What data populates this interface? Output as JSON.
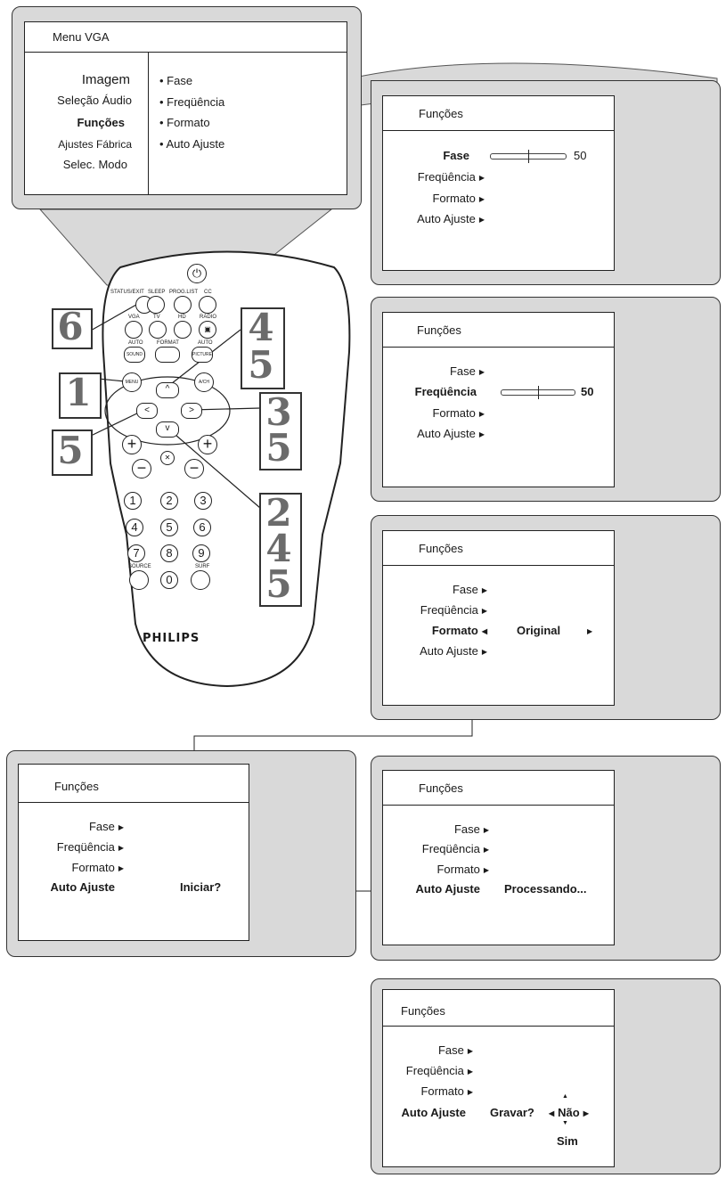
{
  "menu_vga": {
    "title": "Menu VGA",
    "left_items": [
      "Imagem",
      "Seleção Áudio",
      "Funções",
      "Ajustes Fábrica",
      "Selec. Modo"
    ],
    "right_items": [
      "• Fase",
      "• Freqüência",
      "• Formato",
      "• Auto Ajuste"
    ]
  },
  "remote": {
    "top_labels": [
      "STATUS/EXIT",
      "SLEEP",
      "PROG.LIST",
      "CC"
    ],
    "row2_labels": [
      "VGA",
      "TV",
      "HD",
      "RADIO"
    ],
    "row3_labels": [
      "AUTO",
      "FORMAT",
      "AUTO"
    ],
    "auto_sound": "SOUND",
    "auto_picture": "PICTURE",
    "menu_label": "MENU",
    "ach_label": "A/CH",
    "source_label": "SOURCE",
    "surf_label": "SURF",
    "digits": [
      "1",
      "2",
      "3",
      "4",
      "5",
      "6",
      "7",
      "8",
      "9",
      "0"
    ],
    "brand": "PHILIPS",
    "steps": {
      "step6": "6",
      "step1": "1",
      "step5_left": "5",
      "step45_top": "4",
      "step45_bottom": "5",
      "step35_top": "3",
      "step35_bottom": "5",
      "step245_a": "2",
      "step245_b": "4",
      "step245_c": "5"
    }
  },
  "screens": {
    "title": "Funções",
    "fase": {
      "items": [
        "Fase",
        "Freqüência",
        "Formato",
        "Auto Ajuste"
      ],
      "value": "50",
      "level": 0.5
    },
    "frequencia": {
      "items": [
        "Fase",
        "Freqüência",
        "Formato",
        "Auto Ajuste"
      ],
      "value": "50",
      "level": 0.5
    },
    "formato": {
      "items": [
        "Fase",
        "Freqüência",
        "Formato",
        "Auto Ajuste"
      ],
      "value": "Original"
    },
    "iniciar": {
      "items": [
        "Fase",
        "Freqüência",
        "Formato",
        "Auto Ajuste"
      ],
      "value": "Iniciar?"
    },
    "processando": {
      "items": [
        "Fase",
        "Freqüência",
        "Formato",
        "Auto Ajuste"
      ],
      "value": "Processando..."
    },
    "gravar": {
      "items": [
        "Fase",
        "Freqüência",
        "Formato",
        "Auto Ajuste"
      ],
      "question": "Gravar?",
      "option_selected": "Não",
      "option_other": "Sim"
    }
  }
}
